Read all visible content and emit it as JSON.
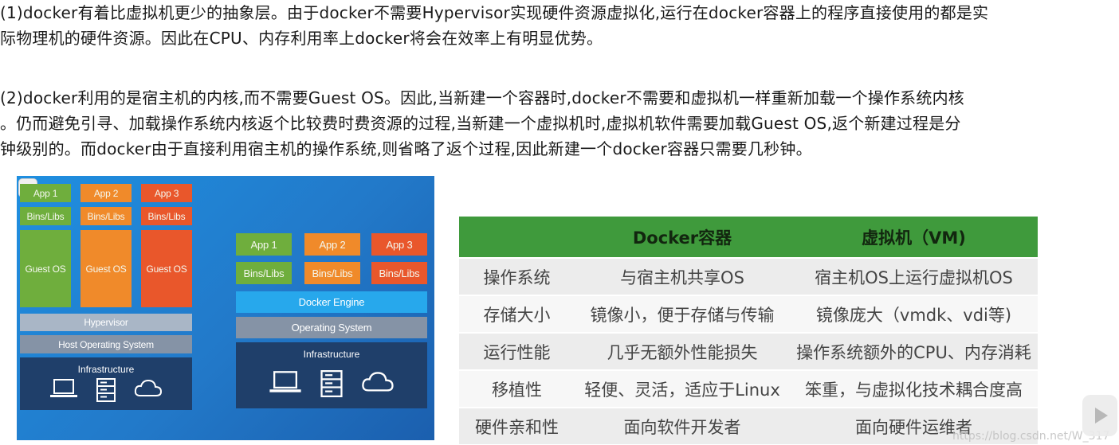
{
  "paragraphs": [
    {
      "lines": [
        "(1)docker有着比虚拟机更少的抽象层。由于docker不需要Hypervisor实现硬件资源虚拟化,运行在docker容器上的程序直接使用的都是实",
        "际物理机的硬件资源。因此在CPU、内存利用率上docker将会在效率上有明显优势。"
      ]
    },
    {
      "lines": [
        "(2)docker利用的是宿主机的内核,而不需要Guest OS。因此,当新建一个容器时,docker不需要和虚拟机一样重新加载一个操作系统内核",
        "。仍而避免引寻、加载操作系统内核返个比较费时费资源的过程,当新建一个虚拟机时,虚拟机软件需要加载Guest OS,返个新建过程是分",
        "钟级别的。而docker由于直接利用宿主机的操作系统,则省略了返个过程,因此新建一个docker容器只需要几秒钟。"
      ]
    }
  ],
  "figure": {
    "vm_stack": {
      "apps": [
        "App 1",
        "App 2",
        "App 3"
      ],
      "bins": [
        "Bins/Libs",
        "Bins/Libs",
        "Bins/Libs"
      ],
      "guests": [
        "Guest OS",
        "Guest OS",
        "Guest OS"
      ],
      "hypervisor": "Hypervisor",
      "host_os": "Host Operating System",
      "infrastructure": "Infrastructure"
    },
    "docker_stack": {
      "apps": [
        "App 1",
        "App 2",
        "App 3"
      ],
      "bins": [
        "Bins/Libs",
        "Bins/Libs",
        "Bins/Libs"
      ],
      "engine": "Docker Engine",
      "os": "Operating System",
      "infrastructure": "Infrastructure"
    },
    "colors": {
      "green": "#6fae3d",
      "orange": "#f08a2a",
      "red": "#e9572b",
      "background": "#2279c9"
    },
    "icons": [
      "laptop-icon",
      "server-icon",
      "cloud-icon"
    ]
  },
  "comparison_table": {
    "headers": [
      "",
      "Docker容器",
      "虚拟机（VM)"
    ],
    "rows": [
      [
        "操作系统",
        "与宿主机共享OS",
        "宿主机OS上运行虚拟机OS"
      ],
      [
        "存储大小",
        "镜像小，便于存储与传输",
        "镜像庞大（vmdk、vdi等)"
      ],
      [
        "运行性能",
        "几乎无额外性能损失",
        "操作系统额外的CPU、内存消耗"
      ],
      [
        "移植性",
        "轻便、灵活，适应于Linux",
        "笨重，与虚拟化技术耦合度高"
      ],
      [
        "硬件亲和性",
        "面向软件开发者",
        "面向硬件运维者"
      ]
    ],
    "header_color": "#3f9a3c"
  },
  "watermark": "https://blog.csdn.net/W_317"
}
